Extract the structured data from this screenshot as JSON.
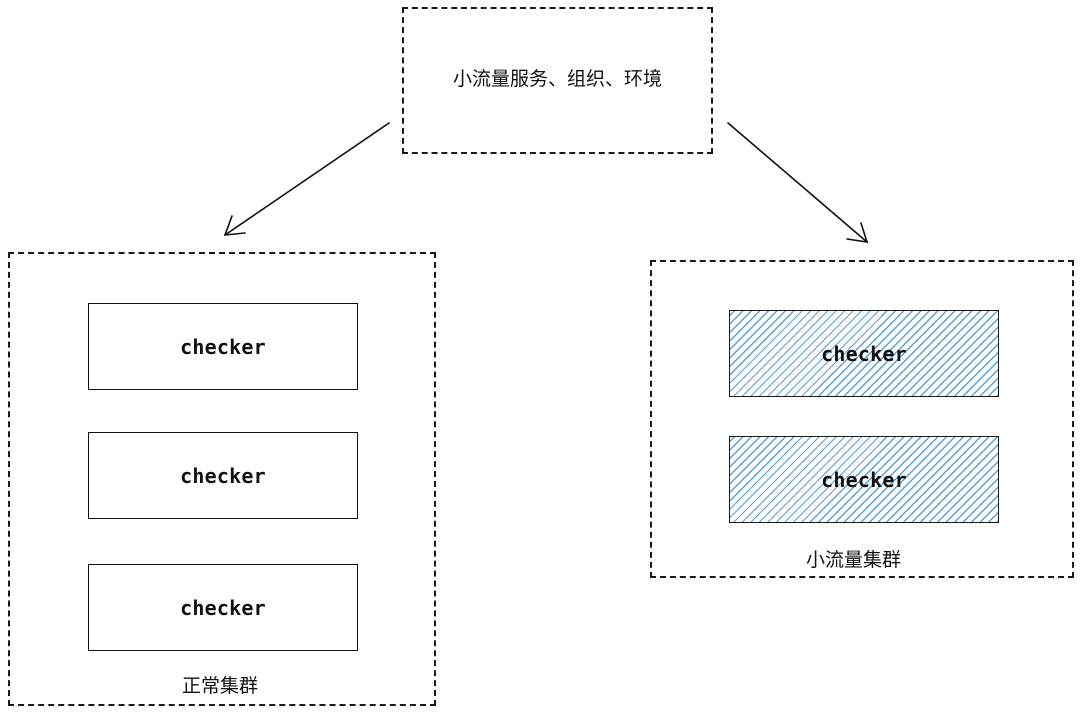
{
  "source_node": {
    "label": "小流量服务、组织、环境"
  },
  "left_cluster": {
    "label": "正常集群",
    "checkers": [
      {
        "label": "checker"
      },
      {
        "label": "checker"
      },
      {
        "label": "checker"
      }
    ]
  },
  "right_cluster": {
    "label": "小流量集群",
    "checkers": [
      {
        "label": "checker",
        "fill": "hatched"
      },
      {
        "label": "checker",
        "fill": "hatched"
      }
    ]
  },
  "colors": {
    "stroke": "#111111",
    "hatch": "#5aa0d8",
    "background": "#ffffff"
  },
  "edges": [
    {
      "from": "source_node",
      "to": "left_cluster"
    },
    {
      "from": "source_node",
      "to": "right_cluster"
    }
  ]
}
